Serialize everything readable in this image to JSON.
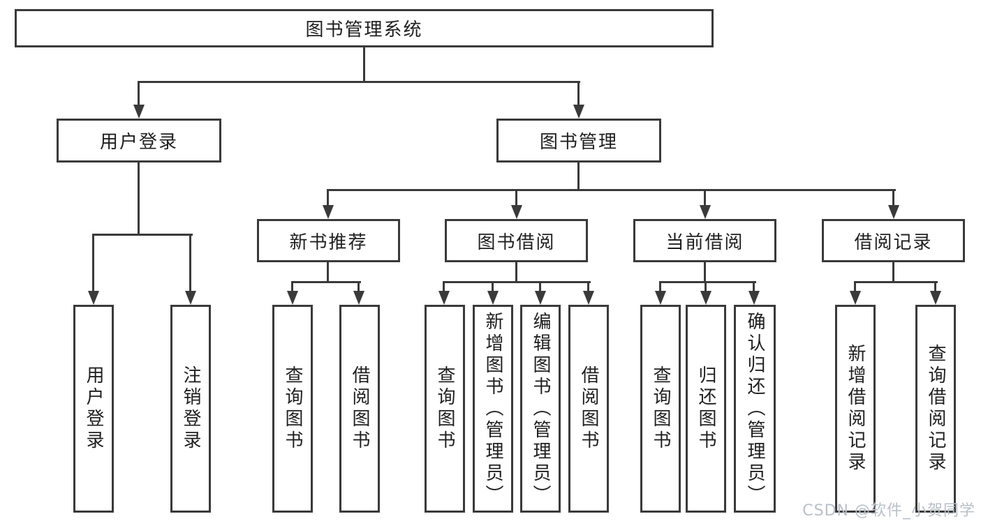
{
  "diagram": {
    "root_label": "图书管理系统",
    "user_login": {
      "label": "用户登录",
      "children": [
        "用户登录",
        "注销登录"
      ]
    },
    "book_mgmt": {
      "label": "图书管理",
      "new_book": {
        "label": "新书推荐",
        "children": [
          "查询图书",
          "借阅图书"
        ]
      },
      "book_borrow": {
        "label": "图书借阅",
        "children": [
          "查询图书",
          "新增图书（管理员）",
          "编辑图书（管理员）",
          "借阅图书"
        ]
      },
      "current_borrow": {
        "label": "当前借阅",
        "children": [
          "查询图书",
          "归还图书",
          "确认归还（管理员）"
        ]
      },
      "borrow_record": {
        "label": "借阅记录",
        "children": [
          "新增借阅记录",
          "查询借阅记录"
        ]
      }
    },
    "watermark": "CSDN @软件_小贺同学",
    "colors": {
      "line": "#3a3a3a",
      "box_border": "#3a3a3a",
      "text": "#1f1f1f",
      "watermark_text": "#b9c0c8",
      "background": "#ffffff"
    }
  }
}
